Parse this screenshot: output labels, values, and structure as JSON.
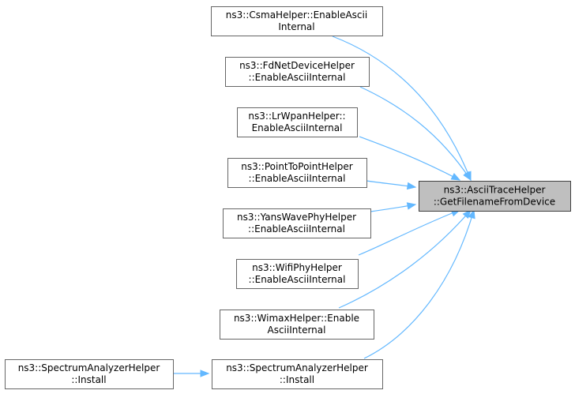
{
  "diagram": {
    "target": {
      "id": "target",
      "lines": [
        "ns3::AsciiTraceHelper",
        "::GetFilenameFromDevice"
      ]
    },
    "callers": [
      {
        "id": "csma",
        "lines": [
          "ns3::CsmaHelper::EnableAscii",
          "Internal"
        ]
      },
      {
        "id": "fdnet",
        "lines": [
          "ns3::FdNetDeviceHelper",
          "::EnableAsciiInternal"
        ]
      },
      {
        "id": "lrwpan",
        "lines": [
          "ns3::LrWpanHelper::",
          "EnableAsciiInternal"
        ]
      },
      {
        "id": "p2p",
        "lines": [
          "ns3::PointToPointHelper",
          "::EnableAsciiInternal"
        ]
      },
      {
        "id": "yans",
        "lines": [
          "ns3::YansWavePhyHelper",
          "::EnableAsciiInternal"
        ]
      },
      {
        "id": "wifi",
        "lines": [
          "ns3::WifiPhyHelper",
          "::EnableAsciiInternal"
        ]
      },
      {
        "id": "wimax",
        "lines": [
          "ns3::WimaxHelper::Enable",
          "AsciiInternal"
        ]
      },
      {
        "id": "spectrum",
        "lines": [
          "ns3::SpectrumAnalyzerHelper",
          "::Install"
        ]
      }
    ],
    "secondary_callers": [
      {
        "id": "spectrum2",
        "lines": [
          "ns3::SpectrumAnalyzerHelper",
          "::Install"
        ]
      }
    ],
    "edges": [
      {
        "from": "csma",
        "to": "target"
      },
      {
        "from": "fdnet",
        "to": "target"
      },
      {
        "from": "lrwpan",
        "to": "target"
      },
      {
        "from": "p2p",
        "to": "target"
      },
      {
        "from": "yans",
        "to": "target"
      },
      {
        "from": "wifi",
        "to": "target"
      },
      {
        "from": "wimax",
        "to": "target"
      },
      {
        "from": "spectrum",
        "to": "target"
      },
      {
        "from": "spectrum2",
        "to": "spectrum"
      }
    ],
    "colors": {
      "edge": "#63b8ff",
      "target_fill": "#bfbfbf",
      "node_border": "#666666"
    }
  }
}
